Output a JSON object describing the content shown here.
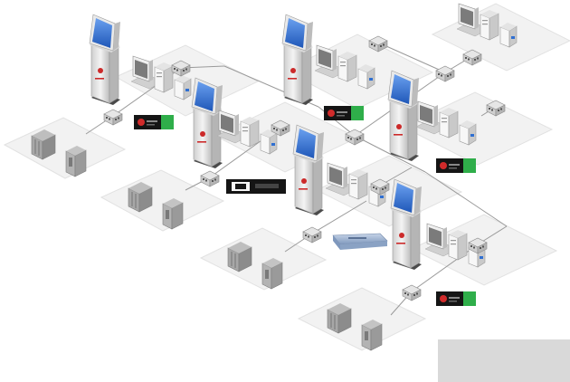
{
  "diagram": {
    "kind": "isometric network topology",
    "colors": {
      "background": "#ffffff",
      "floor_panel": "#f2f2f2",
      "floor_panel_edge": "#dddddd",
      "link_line": "#9a9a9a",
      "kiosk_body": "#e8e8e8",
      "kiosk_screen": "#2f6fd1",
      "kiosk_accent": "#cc2a2a",
      "server_body": "#f3f3f3",
      "switch_body": "#dcdcdc",
      "appliance_black": "#151515",
      "appliance_green": "#2fae4a",
      "appliance_red": "#d12b2b",
      "module_blue": "#9fb4cf",
      "cabinet_gray": "#a5a5a5",
      "corner_block": "#d9d9d9"
    },
    "zones": [
      {
        "name": "kiosk-zone-1",
        "kiosk": true,
        "workstation": true,
        "switch": true,
        "appliance": "black-green"
      },
      {
        "name": "kiosk-zone-2",
        "kiosk": true,
        "workstation": true,
        "switch": true,
        "appliance": "black-green"
      },
      {
        "name": "kiosk-zone-3",
        "kiosk": true,
        "workstation": true,
        "switch": true,
        "appliance": "black-green"
      },
      {
        "name": "kiosk-zone-4",
        "kiosk": true,
        "workstation": true,
        "switch": true,
        "appliance": "black-white"
      },
      {
        "name": "kiosk-zone-5",
        "kiosk": true,
        "workstation": true,
        "switch": true,
        "appliance": "blue-module"
      },
      {
        "name": "kiosk-zone-6",
        "kiosk": true,
        "workstation": true,
        "switch": true,
        "appliance": "black-green"
      },
      {
        "name": "office-zone-top-right",
        "kiosk": false,
        "workstation": true,
        "switch": true
      },
      {
        "name": "cabinet-zone-1",
        "cabinets": true
      },
      {
        "name": "cabinet-zone-2",
        "cabinets": true
      },
      {
        "name": "cabinet-zone-3",
        "cabinets": true
      },
      {
        "name": "cabinet-zone-4",
        "cabinets": true
      }
    ]
  }
}
